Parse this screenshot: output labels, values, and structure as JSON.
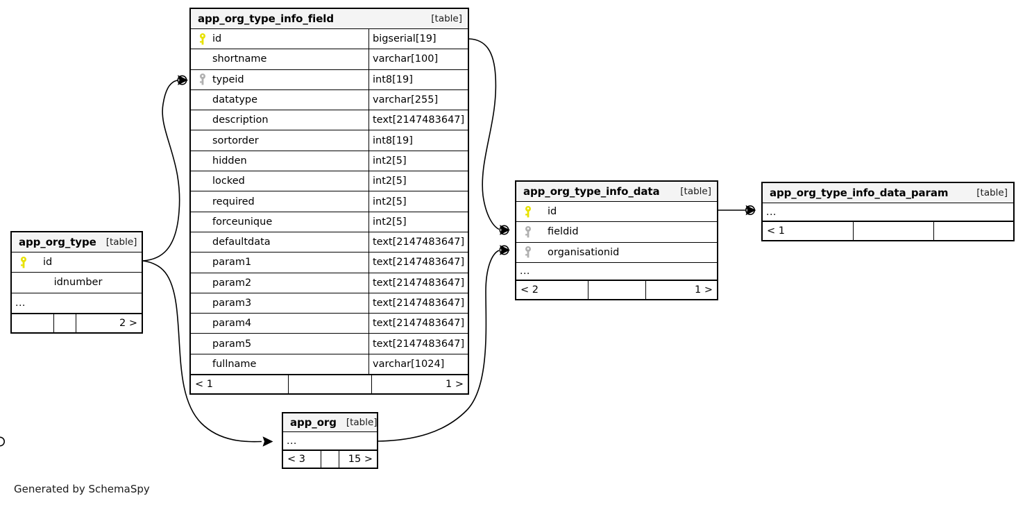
{
  "diagram": {
    "tool": "SchemaSpy",
    "credit": "Generated by SchemaSpy",
    "table_tag": "[table]",
    "ellipsis": "...",
    "colors": {
      "primary_key": "#e8e200",
      "foreign_key": "#b0b0b0",
      "border": "#000000",
      "header_bg": "#f4f4f4",
      "background": "#ffffff"
    }
  },
  "tables": {
    "app_org_type_info_field": {
      "name": "app_org_type_info_field",
      "tag": "[table]",
      "columns": [
        {
          "key": "primary",
          "name": "id",
          "type": "bigserial[19]"
        },
        {
          "key": "none",
          "name": "shortname",
          "type": "varchar[100]"
        },
        {
          "key": "foreign",
          "name": "typeid",
          "type": "int8[19]"
        },
        {
          "key": "none",
          "name": "datatype",
          "type": "varchar[255]"
        },
        {
          "key": "none",
          "name": "description",
          "type": "text[2147483647]"
        },
        {
          "key": "none",
          "name": "sortorder",
          "type": "int8[19]"
        },
        {
          "key": "none",
          "name": "hidden",
          "type": "int2[5]"
        },
        {
          "key": "none",
          "name": "locked",
          "type": "int2[5]"
        },
        {
          "key": "none",
          "name": "required",
          "type": "int2[5]"
        },
        {
          "key": "none",
          "name": "forceunique",
          "type": "int2[5]"
        },
        {
          "key": "none",
          "name": "defaultdata",
          "type": "text[2147483647]"
        },
        {
          "key": "none",
          "name": "param1",
          "type": "text[2147483647]"
        },
        {
          "key": "none",
          "name": "param2",
          "type": "text[2147483647]"
        },
        {
          "key": "none",
          "name": "param3",
          "type": "text[2147483647]"
        },
        {
          "key": "none",
          "name": "param4",
          "type": "text[2147483647]"
        },
        {
          "key": "none",
          "name": "param5",
          "type": "text[2147483647]"
        },
        {
          "key": "none",
          "name": "fullname",
          "type": "varchar[1024]"
        }
      ],
      "has_ellipsis": false,
      "footer": {
        "left": "< 1",
        "middle": "",
        "right": "1 >"
      }
    },
    "app_org_type": {
      "name": "app_org_type",
      "tag": "[table]",
      "columns": [
        {
          "key": "primary",
          "name": "id",
          "type": ""
        },
        {
          "key": "none",
          "name": "idnumber",
          "type": ""
        }
      ],
      "has_ellipsis": true,
      "footer": {
        "left": "",
        "middle": "",
        "right": "2 >"
      }
    },
    "app_org_type_info_data": {
      "name": "app_org_type_info_data",
      "tag": "[table]",
      "columns": [
        {
          "key": "primary",
          "name": "id",
          "type": ""
        },
        {
          "key": "foreign",
          "name": "fieldid",
          "type": ""
        },
        {
          "key": "foreign",
          "name": "organisationid",
          "type": ""
        }
      ],
      "has_ellipsis": true,
      "footer": {
        "left": "< 2",
        "middle": "",
        "right": "1 >"
      }
    },
    "app_org_type_info_data_param": {
      "name": "app_org_type_info_data_param",
      "tag": "[table]",
      "columns": [],
      "has_ellipsis": true,
      "footer": {
        "left": "< 1",
        "middle": "",
        "right": ""
      }
    },
    "app_org": {
      "name": "app_org",
      "tag": "[table]",
      "columns": [],
      "has_ellipsis": true,
      "footer": {
        "left": "< 3",
        "middle": "",
        "right": "15 >"
      }
    }
  },
  "relationships": [
    {
      "from": "app_org_type.id",
      "to": "app_org_type_info_field.typeid",
      "cardinality": "zero-or-many"
    },
    {
      "from": "app_org_type.id",
      "to": "app_org.ellipsis",
      "cardinality": "zero-or-many"
    },
    {
      "from": "app_org_type_info_field.id",
      "to": "app_org_type_info_data.fieldid",
      "cardinality": "zero-or-many"
    },
    {
      "from": "app_org.ellipsis",
      "to": "app_org_type_info_data.organisationid",
      "cardinality": "zero-or-many"
    },
    {
      "from": "app_org_type_info_data.id",
      "to": "app_org_type_info_data_param.ellipsis",
      "cardinality": "zero-or-many"
    }
  ]
}
